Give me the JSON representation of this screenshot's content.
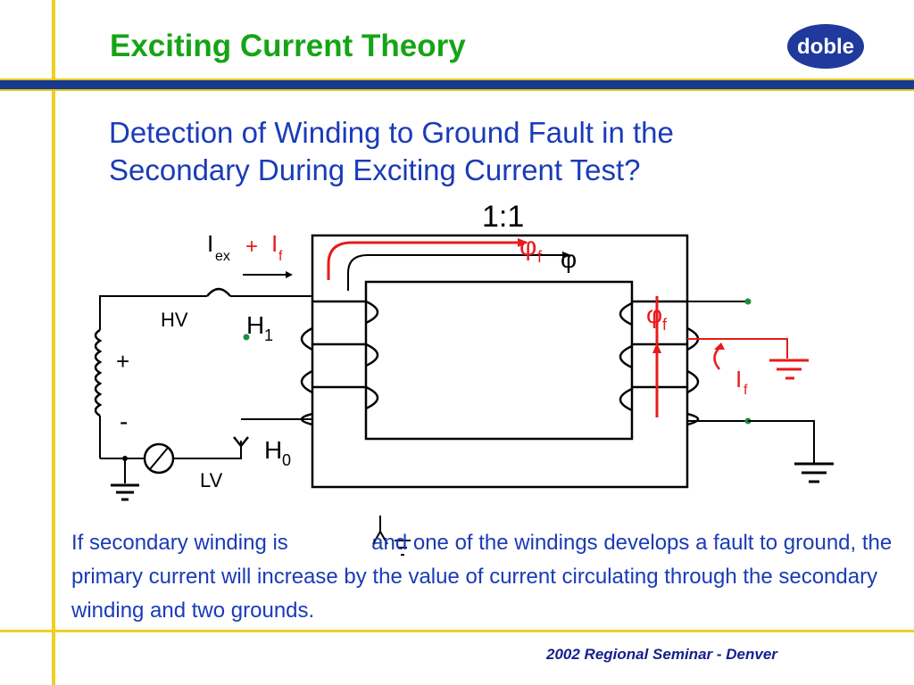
{
  "title": "Exciting Current Theory",
  "logo_text": "doble",
  "subtitle_line1": "Detection of Winding to Ground Fault in the",
  "subtitle_line2": "Secondary During Exciting Current Test?",
  "diagram": {
    "ratio": "1:1",
    "current_label_main": "I",
    "current_label_sub": "ex",
    "current_plus": "+",
    "fault_current_main": "I",
    "fault_current_sub": "f",
    "flux_fault_symbol": "φ",
    "flux_fault_sub": "f",
    "flux_symbol": "φ",
    "flux_fault_right_symbol": "φ",
    "flux_fault_right_sub": "f",
    "hv_label": "HV",
    "lv_label": "LV",
    "h1_main": "H",
    "h1_sub": "1",
    "h0_main": "H",
    "h0_sub": "0",
    "plus_sign": "+",
    "minus_sign": "-",
    "secondary_current_main": "I",
    "secondary_current_sub": "f",
    "colors": {
      "fault": "#e81b1b",
      "wire": "#000000",
      "node": "#1e8f3a"
    }
  },
  "description": {
    "part1": "If secondary winding is",
    "part2": "and one of the windings develops a fault to ground, the primary current will increase by the value of current circulating through the secondary winding and two grounds."
  },
  "footer": "2002 Regional Seminar - Denver"
}
